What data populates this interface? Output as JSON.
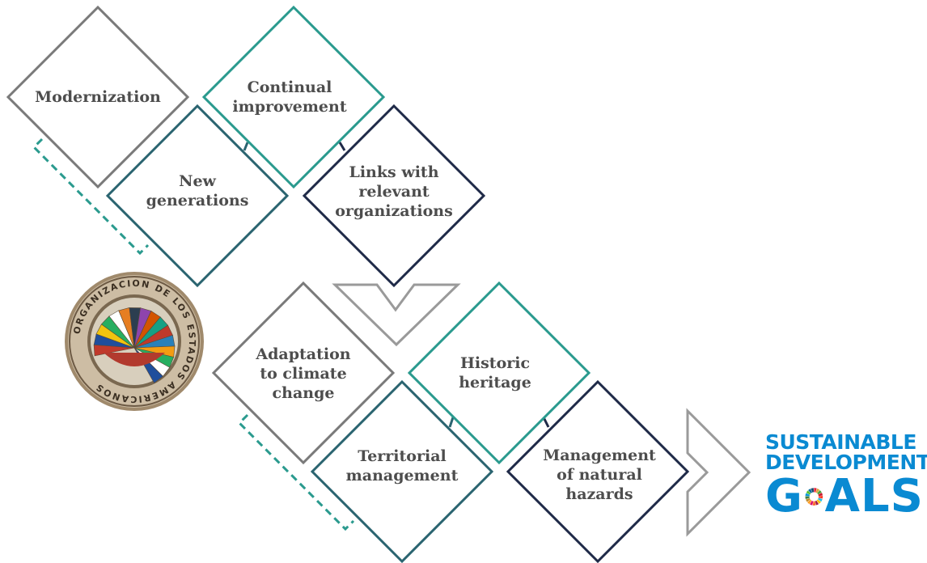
{
  "diagram": {
    "top_boxes": [
      {
        "label": "Modernization",
        "color": "#7a7a7a"
      },
      {
        "label": "Continual\nimprovement",
        "color": "#2a9a8e"
      },
      {
        "label": "New\ngenerations",
        "color": "#2a6470"
      },
      {
        "label": "Links with\nrelevant\norganizations",
        "color": "#1f2a48"
      }
    ],
    "bottom_boxes": [
      {
        "label": "Adaptation\nto climate\nchange",
        "color": "#7a7a7a"
      },
      {
        "label": "Historic\nheritage",
        "color": "#2a9a8e"
      },
      {
        "label": "Territorial\nmanagement",
        "color": "#2a6470"
      },
      {
        "label": "Management\nof natural\nhazards",
        "color": "#1f2a48"
      }
    ],
    "connector_color": "#2a9a8e",
    "arrow_color": "#9a9a9a"
  },
  "seal": {
    "name": "oas-seal",
    "text": "ORGANIZACION DE LOS ESTADOS AMERICANOS"
  },
  "sdg_logo": {
    "line1": "SUSTAINABLE",
    "line2": "DEVELOPMENT",
    "line3_prefix": "G",
    "line3_suffix": "ALS",
    "color": "#0a8ad2"
  }
}
